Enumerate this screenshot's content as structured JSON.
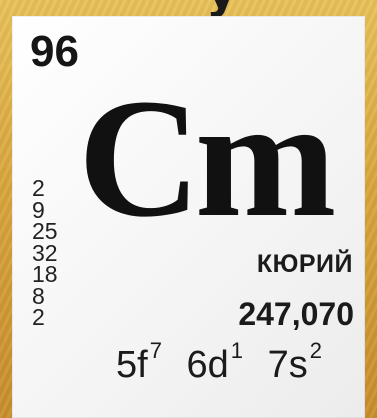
{
  "background_fragment": "у",
  "element": {
    "atomic_number": "96",
    "symbol": "Cm",
    "name": "КЮРИЙ",
    "atomic_mass": "247,070",
    "electron_shells": [
      "2",
      "9",
      "25",
      "32",
      "18",
      "8",
      "2"
    ],
    "configuration": [
      {
        "orbital": "5f",
        "electrons": "7"
      },
      {
        "orbital": "6d",
        "electrons": "1"
      },
      {
        "orbital": "7s",
        "electrons": "2"
      }
    ]
  },
  "colors": {
    "background": "#d9a63d",
    "tile": "#f4f4f4",
    "text": "#151515"
  }
}
